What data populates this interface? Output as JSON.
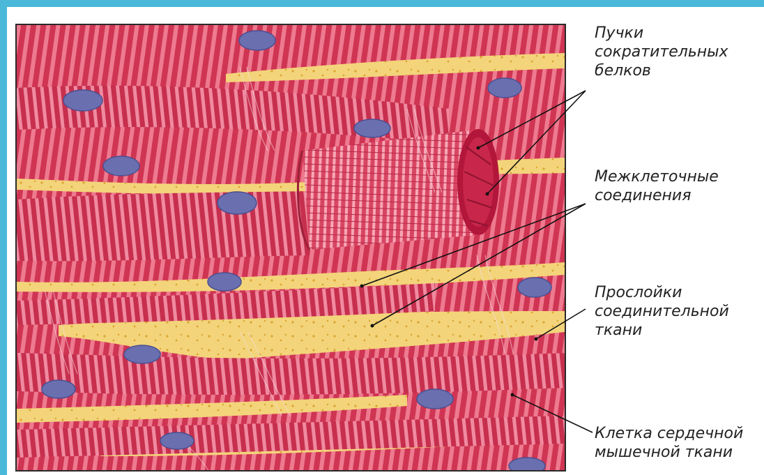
{
  "labels": {
    "contractile_bundles": "Пучки\nсократительных\nбелков",
    "intercalated_discs": "Межклеточные\nсоединения",
    "connective_layers": "Прослойки\nсоединительной\nткани",
    "cardiac_cell": "Клетка сердечной\nмышечной ткани"
  },
  "colors": {
    "background": "#4ab8d8",
    "muscle_fiber": "#d33a57",
    "muscle_stripe": "#f07a8e",
    "connective_tissue": "#f4d47a",
    "nucleus": "#6a6fb0"
  }
}
